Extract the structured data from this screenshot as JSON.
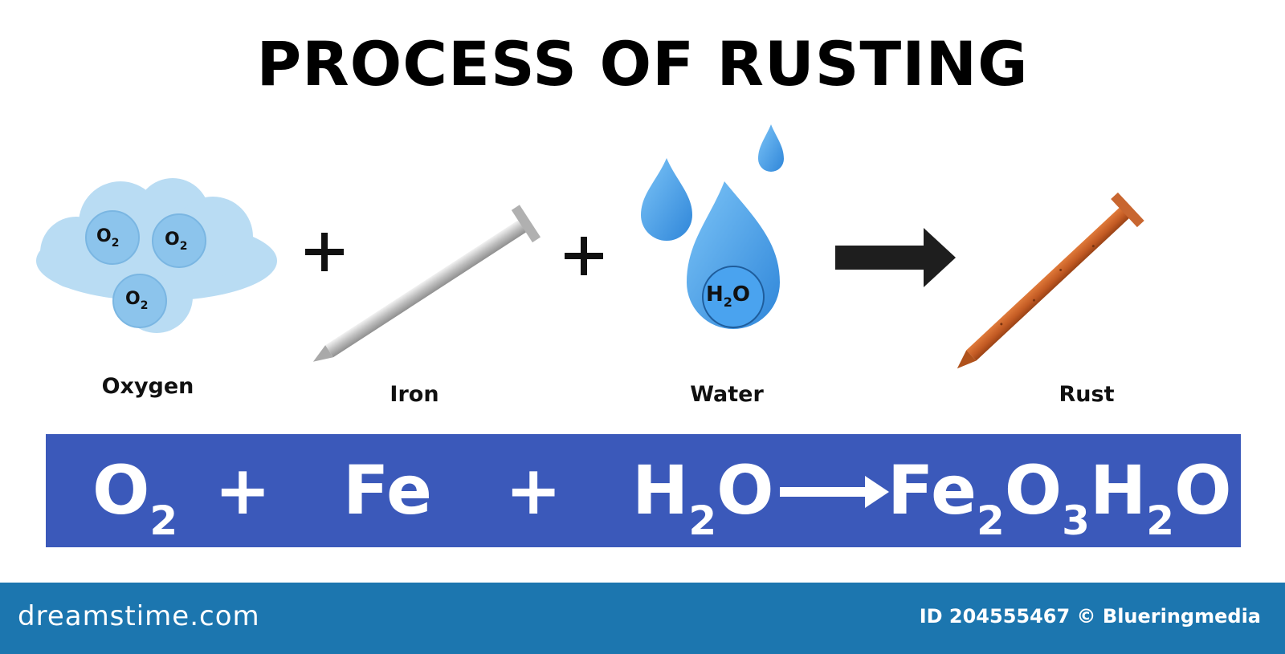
{
  "title": "PROCESS OF RUSTING",
  "reactants": {
    "oxygen": {
      "label": "Oxygen",
      "molecule": "O",
      "molecule_sub": "2"
    },
    "iron": {
      "label": "Iron"
    },
    "water": {
      "label": "Water",
      "molecule": "H",
      "molecule_sub": "2",
      "molecule_tail": "O"
    },
    "rust": {
      "label": "Rust"
    }
  },
  "plus_symbol": "+",
  "equation": {
    "o2": {
      "main": "O",
      "sub": "2"
    },
    "plus1": "+",
    "fe": "Fe",
    "plus2": "+",
    "h2o": {
      "h": "H",
      "sub": "2",
      "o": "O"
    },
    "product": {
      "fe": "Fe",
      "sub1": "2",
      "o": "O",
      "sub2": "3",
      "h": "H",
      "sub3": "2",
      "o2": "O"
    }
  },
  "footer": {
    "logo": "dreamstime.com",
    "id": "ID 204555467 © Blueringmedia"
  },
  "colors": {
    "equation_bar": "#3b59ba",
    "footer": "#1c76af",
    "cloud": "#b9dcf3",
    "drop": "#3d9bea",
    "rust": "#c8642b",
    "iron": "#cfcfcf"
  }
}
